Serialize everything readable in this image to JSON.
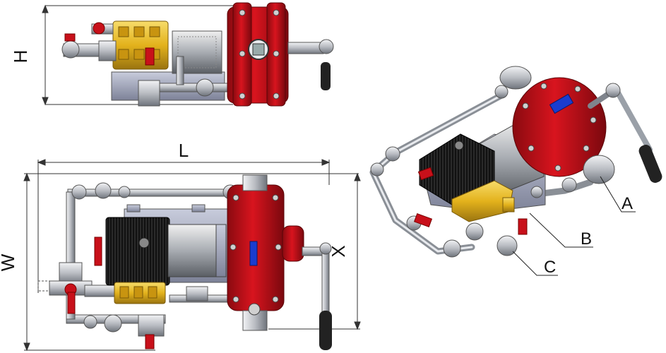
{
  "dimensions": {
    "height_label": "H",
    "length_label": "L",
    "width_label": "W",
    "depth_label": "X"
  },
  "callouts": {
    "a": "A",
    "b": "B",
    "c": "C"
  },
  "colors": {
    "pump_red": "#c8101a",
    "pump_red_dark": "#8a0a10",
    "brass": "#e3b21c",
    "motor_black": "#1c1c1c",
    "steel": "#b9bcc2",
    "steel_dark": "#7f848c",
    "frame_blue": "#9aa0b8",
    "handle_black": "#222222"
  }
}
